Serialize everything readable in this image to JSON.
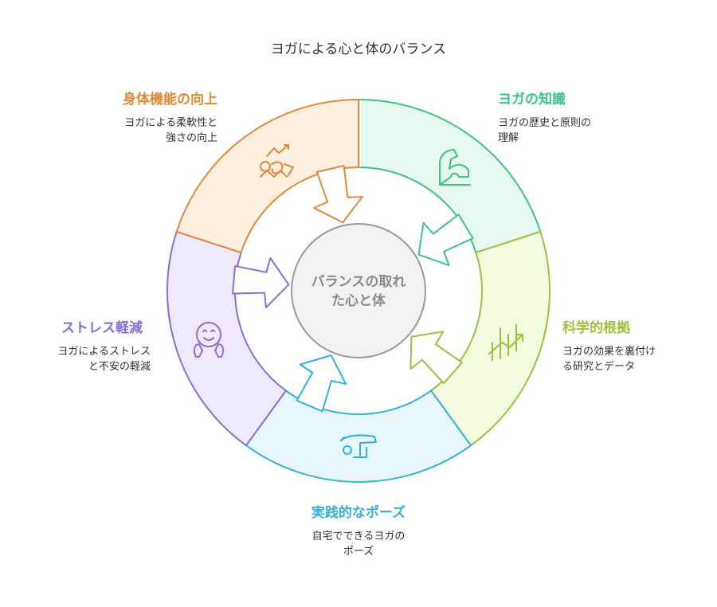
{
  "title": "ヨガによる心と体のバランス",
  "center": {
    "line1": "バランスの取れ",
    "line2": "た心と体"
  },
  "segments": [
    {
      "id": "function",
      "heading": "身体機能の向上",
      "desc": [
        "ヨガによる柔軟性と",
        "強さの向上"
      ],
      "color": "#e08a38",
      "fill": "#fdefe0",
      "icon": "stretching-person-icon"
    },
    {
      "id": "knowledge",
      "heading": "ヨガの知識",
      "desc": [
        "ヨガの歴史と原則の",
        "理解"
      ],
      "color": "#3cc38a",
      "fill": "#e6f8ef",
      "icon": "flexed-arm-icon"
    },
    {
      "id": "science",
      "heading": "科学的根拠",
      "desc": [
        "ヨガの効果を裏付け",
        "る研究とデータ"
      ],
      "color": "#9cc13d",
      "fill": "#f3fadf",
      "icon": "rising-chart-icon"
    },
    {
      "id": "poses",
      "heading": "実践的なポーズ",
      "desc": [
        "自宅でできるヨガの",
        "ポーズ"
      ],
      "color": "#33b3d8",
      "fill": "#e6f6fb",
      "icon": "yoga-pose-icon"
    },
    {
      "id": "stress",
      "heading": "ストレス軽減",
      "desc": [
        "ヨガによるストレス",
        "と不安の軽減"
      ],
      "color": "#8b6fd8",
      "fill": "#efeafb",
      "icon": "calm-face-icon"
    }
  ],
  "center_style": {
    "fill": "#f2f2f2",
    "stroke": "#9a9a9a"
  }
}
